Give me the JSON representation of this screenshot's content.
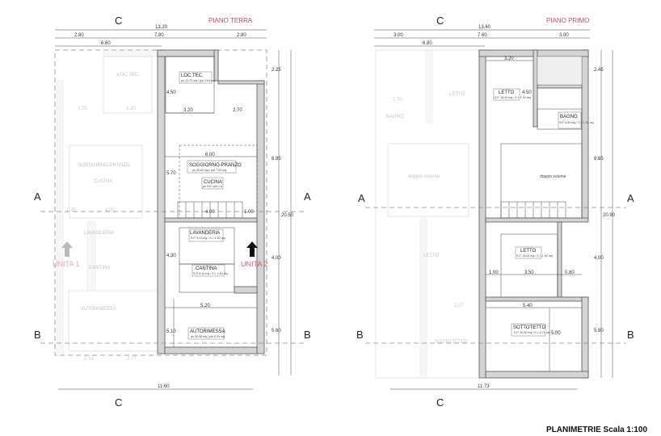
{
  "ground": {
    "title": "PIANO TERRA",
    "section_c": "C",
    "section_a": "A",
    "section_b": "B",
    "dims_top": [
      "13.20",
      "2.80",
      "7.80",
      "2.80",
      "6.60"
    ],
    "dims_right": [
      "2.25",
      "6.85",
      "20.50",
      "4.00",
      "5.60"
    ],
    "dims_bottom": "11.60",
    "dims_inner": [
      "3.20",
      "2.70",
      "6.00",
      "4.00",
      "1.00",
      "1.35",
      "4.00",
      "2.70",
      "3.20",
      "5.20",
      "5.10",
      "4.30",
      "2.53",
      "3.77",
      "4.50",
      "5.70"
    ],
    "units": [
      "UNITA 1",
      "UNITA 2"
    ],
    "rooms": [
      {
        "name": "LOC.TEC.",
        "info": "pu 13.70 mq / pm 3.64 mq"
      },
      {
        "name": "SOGGIORNO-PRANZO",
        "info": "pu 35.62 mq / pm 7.93 mq"
      },
      {
        "name": "CUCINA",
        "info": "pu 9.0 / pm 1.6"
      },
      {
        "name": "LAVANDERIA",
        "info": "S.P. 6.43 mq / S.I. 1.92 mq"
      },
      {
        "name": "CANTINA",
        "info": "S.P. 8.43 mq / S.I. 0.64 mq"
      },
      {
        "name": "AUTORIMESSA",
        "info": "pu 30.58 mq / pm 0.00 mq"
      }
    ]
  },
  "first": {
    "title": "PIANO PRIMO",
    "section_c": "C",
    "section_a": "A",
    "section_b": "B",
    "dims_top": [
      "13.60",
      "3.00",
      "7.60",
      "3.00",
      "6.80"
    ],
    "dims_right": [
      "2.45",
      "8.65",
      "20.90",
      "4.00",
      "5.80"
    ],
    "dims_bottom": "11.73",
    "dims_inner": [
      "3.20",
      "1.00",
      "3.50",
      "0.80",
      "5.40",
      "4.50",
      "5.00",
      "1.70",
      "2.07"
    ],
    "rooms": [
      {
        "name": "LETTO",
        "info": "S.P. 16.00 mq / S.I. 1.92 mq"
      },
      {
        "name": "BAGNO",
        "info": "S.P. 6.40 mq / S.I. 1.92 mq"
      },
      {
        "name": "doppio volume",
        "info": ""
      },
      {
        "name": "LETTO",
        "info": "S.P. 14.00 mq / S.I. 1.92 mq"
      },
      {
        "name": "SOTTOTETTO",
        "info": "S.P. 30.30 mq / S.I. 2.71 mq"
      }
    ]
  },
  "footer": "PLANIMETRIE Scala 1:100"
}
